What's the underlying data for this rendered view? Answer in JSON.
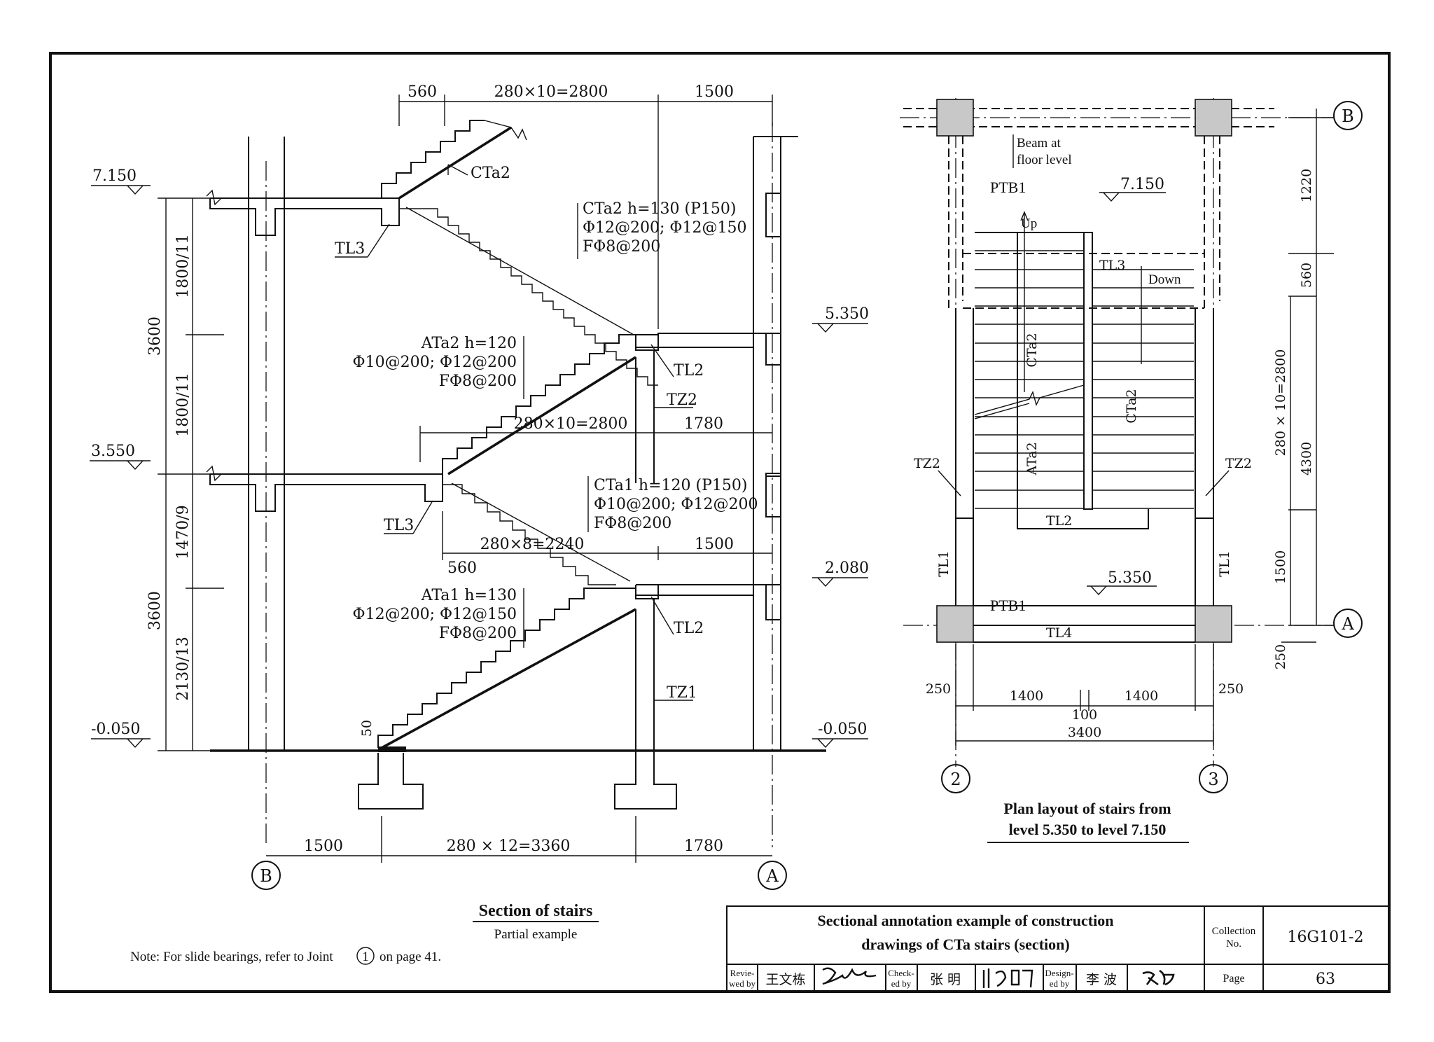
{
  "section": {
    "title": "Section of stairs",
    "subtitle": "Partial example",
    "elev_7150": "7.150",
    "elev_5350": "5.350",
    "elev_3550": "3.550",
    "elev_2080": "2.080",
    "elev_m0050_left": "-0.050",
    "elev_m0050_right": "-0.050",
    "dim_560_top": "560",
    "dim_2800_top": "280×10=2800",
    "dim_1500_top": "1500",
    "dim_2800_mid": "280×10=2800",
    "dim_1780_mid": "1780",
    "dim_560_low": "560",
    "dim_2240": "280×8=2240",
    "dim_1500_low": "1500",
    "dim_1500_bottom": "1500",
    "dim_3360": "280 × 12=3360",
    "dim_1780_bottom": "1780",
    "dim_50": "50",
    "vdim_1800_a": "1800/11",
    "vdim_1800_b": "1800/11",
    "vdim_3600_a": "3600",
    "vdim_1470": "1470/9",
    "vdim_2130": "2130/13",
    "vdim_3600_b": "3600",
    "lbl_cta2_stair": "CTa2",
    "cta2_note_1": "CTa2  h=130 (P150)",
    "cta2_note_2": "Φ12@200; Φ12@150",
    "cta2_note_3": "FΦ8@200",
    "ata2_note_1": "ATa2  h=120",
    "ata2_note_2": "Φ10@200; Φ12@200",
    "ata2_note_3": "FΦ8@200",
    "cta1_note_1": "CTa1  h=120 (P150)",
    "cta1_note_2": "Φ10@200; Φ12@200",
    "cta1_note_3": "FΦ8@200",
    "ata1_note_1": "ATa1  h=130",
    "ata1_note_2": "Φ12@200; Φ12@150",
    "ata1_note_3": "FΦ8@200",
    "tl3_upper": "TL3",
    "tl3_lower": "TL3",
    "tl2_upper": "TL2",
    "tl2_lower": "TL2",
    "tz2": "TZ2",
    "tz1": "TZ1",
    "axis_b": "B",
    "axis_a": "A",
    "note_prefix": "Note: For slide bearings, refer to Joint",
    "note_joint": "1",
    "note_suffix": "on page 41."
  },
  "plan": {
    "title_line1": "Plan layout of stairs from",
    "title_line2": "level 5.350 to level 7.150",
    "beam_label_1": "Beam at",
    "beam_label_2": "floor level",
    "ptb1_top": "PTB1",
    "ptb1_bottom": "PTB1",
    "elev_top": "7.150",
    "elev_bottom": "5.350",
    "up": "Up",
    "down": "Down",
    "tl3": "TL3",
    "tl2": "TL2",
    "tl4": "TL4",
    "tl1_left": "TL1",
    "tl1_right": "TL1",
    "tz2_left": "TZ2",
    "tz2_right": "TZ2",
    "cta2_left": "CTa2",
    "cta2_right": "CTa2",
    "ata2": "ATa2",
    "vdim_1220": "1220",
    "vdim_560": "560",
    "vdim_2800": "280 × 10=2800",
    "vdim_4300": "4300",
    "vdim_1500": "1500",
    "vdim_250": "250",
    "hdim_250_left": "250",
    "hdim_1400_left": "1400",
    "hdim_100": "100",
    "hdim_1400_right": "1400",
    "hdim_250_right": "250",
    "hdim_3400": "3400",
    "axis_b": "B",
    "axis_a": "A",
    "axis_2": "2",
    "axis_3": "3"
  },
  "title_block": {
    "drawing_title_1": "Sectional annotation example of construction",
    "drawing_title_2": "drawings of CTa stairs (section)",
    "collection_label_1": "Collection",
    "collection_label_2": "No.",
    "collection_no": "16G101-2",
    "page_label": "Page",
    "page_no": "63",
    "reviewed_label_1": "Revie-",
    "reviewed_label_2": "wed by",
    "reviewed_name": "王文栋",
    "checked_label_1": "Check-",
    "checked_label_2": "ed by",
    "checked_name": "张  明",
    "designed_label_1": "Design-",
    "designed_label_2": "ed by",
    "designed_name": "李  波",
    "signature_reviewed": "王文栋",
    "signature_checked": "张明",
    "signature_designed": "李波"
  }
}
